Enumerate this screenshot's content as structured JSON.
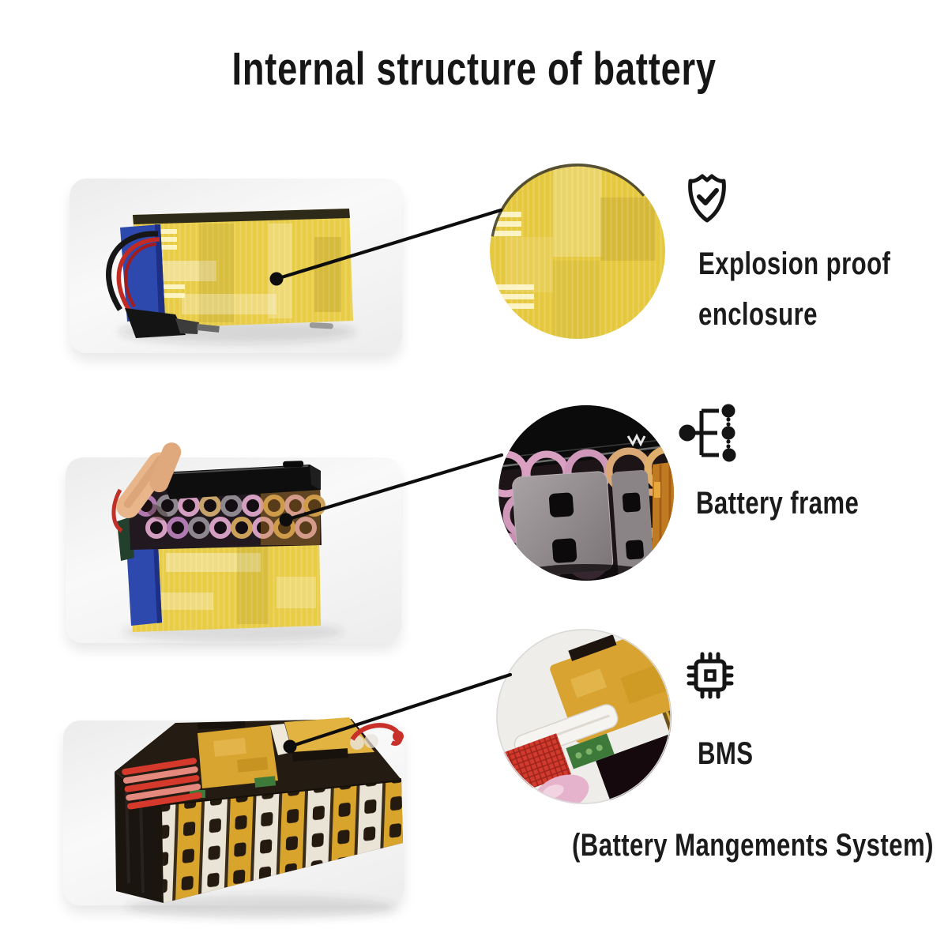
{
  "title": "Internal structure of battery",
  "colors": {
    "background": "#ffffff",
    "text": "#1b1b1b",
    "insulation_yellow": "#e6c941",
    "card_gray": "#eeeeee",
    "end_cap_blue": "#2e49ae",
    "wire_red": "#c22a22"
  },
  "sections": [
    {
      "id": "explosion-proof-enclosure",
      "icon": "shield-check-icon",
      "label_line1": "Explosion proof",
      "label_line2": "enclosure"
    },
    {
      "id": "battery-frame",
      "icon": "tree-structure-icon",
      "label_line1": "Battery frame"
    },
    {
      "id": "bms",
      "icon": "chip-icon",
      "label_line1": "BMS",
      "sub_label": "(Battery Mangements System)"
    }
  ]
}
